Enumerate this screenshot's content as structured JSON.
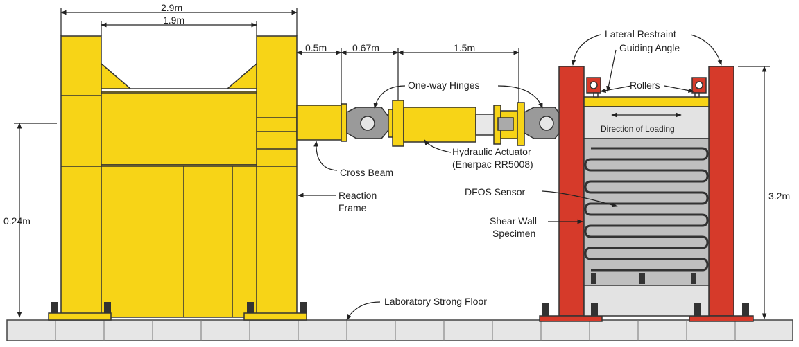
{
  "dimensions": {
    "frame_width": "2.9m",
    "frame_inner_width": "1.9m",
    "gap_frame_crossbeam": "0.5m",
    "gap_crossbeam_hinge": "0.67m",
    "actuator_span": "1.5m",
    "frame_height": "0.24m",
    "wall_height": "3.2m"
  },
  "labels": {
    "lateral_restraint": "Lateral Restraint",
    "guiding_angle": "Guiding Angle",
    "rollers": "Rollers",
    "one_way_hinges": "One-way Hinges",
    "direction_of_loading": "Direction of Loading",
    "hydraulic_actuator": "Hydraulic Actuator",
    "actuator_model": "(Enerpac RR5008)",
    "cross_beam": "Cross Beam",
    "reaction_frame_1": "Reaction",
    "reaction_frame_2": "Frame",
    "dfos_sensor": "DFOS Sensor",
    "shear_wall_1": "Shear Wall",
    "shear_wall_2": "Specimen",
    "strong_floor": "Laboratory Strong Floor"
  },
  "colors": {
    "steel_yellow": "#f7d417",
    "column_red": "#d63a2a",
    "concrete_gray": "#d9d9d9",
    "wall_gray": "#bfbfbf",
    "outline": "#222222"
  }
}
